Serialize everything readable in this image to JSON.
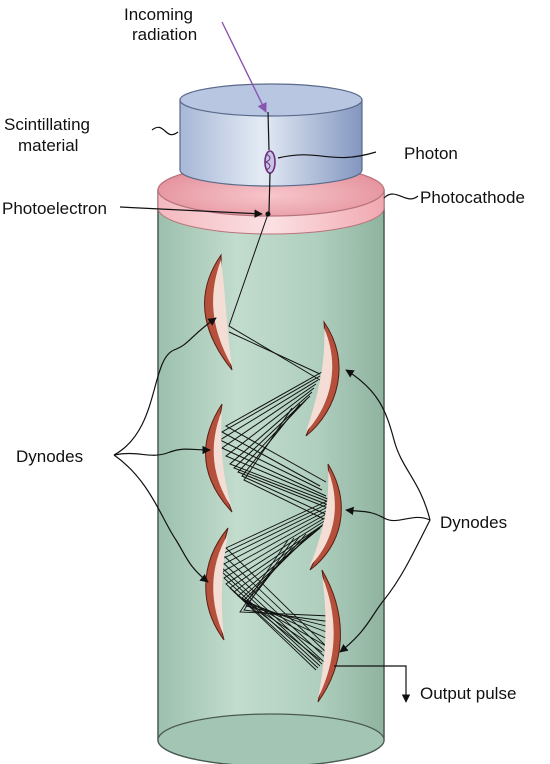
{
  "labels": {
    "incoming_line1": "Incoming",
    "incoming_line2": "radiation",
    "scint_line1": "Scintillating",
    "scint_line2": "material",
    "photon": "Photon",
    "photocathode": "Photocathode",
    "photoelectron": "Photoelectron",
    "dynodes_left": "Dynodes",
    "dynodes_right": "Dynodes",
    "output_pulse": "Output pulse"
  },
  "colors": {
    "tube_body": "#a9cbb9",
    "tube_edge": "#4a5a52",
    "scintillator": "#93a7cc",
    "photocathode": "#f0a0aa",
    "dynode": "#b4503c",
    "dynode_face": "#f4ddd5",
    "radiation": "#8a55b0"
  }
}
